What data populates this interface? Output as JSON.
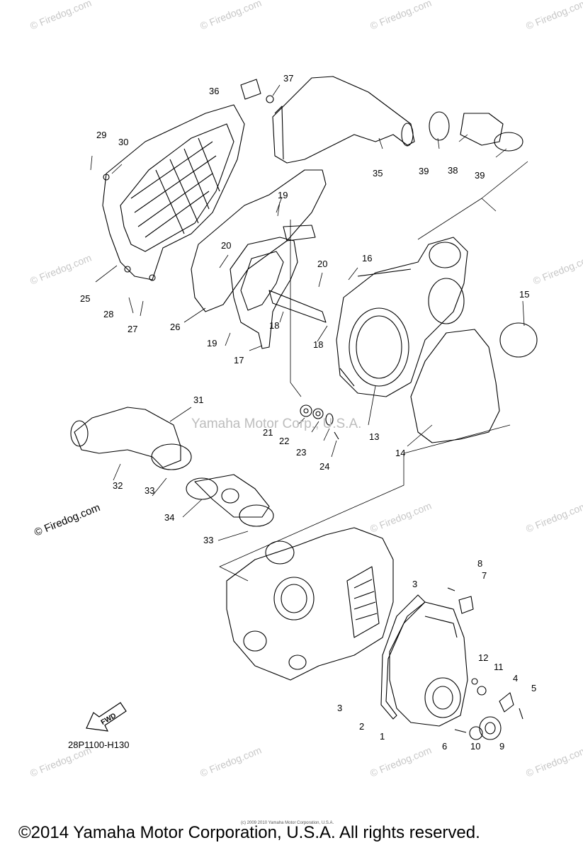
{
  "watermarks": {
    "firedog": "© Firedog.com",
    "center": "Yamaha Motor Corp., U.S.A."
  },
  "diagram_code": "28P1100-H130",
  "fwd_label": "FWD",
  "copyright": "©2014 Yamaha Motor Corporation, U.S.A. All rights reserved.",
  "fine_print": "(c) 2009 2010 Yamaha Motor Corporation, U.S.A.",
  "callouts": [
    "1",
    "2",
    "3",
    "3",
    "4",
    "5",
    "6",
    "7",
    "8",
    "9",
    "10",
    "11",
    "12",
    "13",
    "14",
    "15",
    "16",
    "17",
    "18",
    "18",
    "19",
    "19",
    "20",
    "20",
    "21",
    "22",
    "23",
    "24",
    "25",
    "26",
    "27",
    "28",
    "29",
    "30",
    "31",
    "32",
    "33",
    "33",
    "34",
    "35",
    "36",
    "37",
    "38",
    "39",
    "39"
  ],
  "colors": {
    "line": "#000000",
    "watermark": "#c7c7c7"
  }
}
